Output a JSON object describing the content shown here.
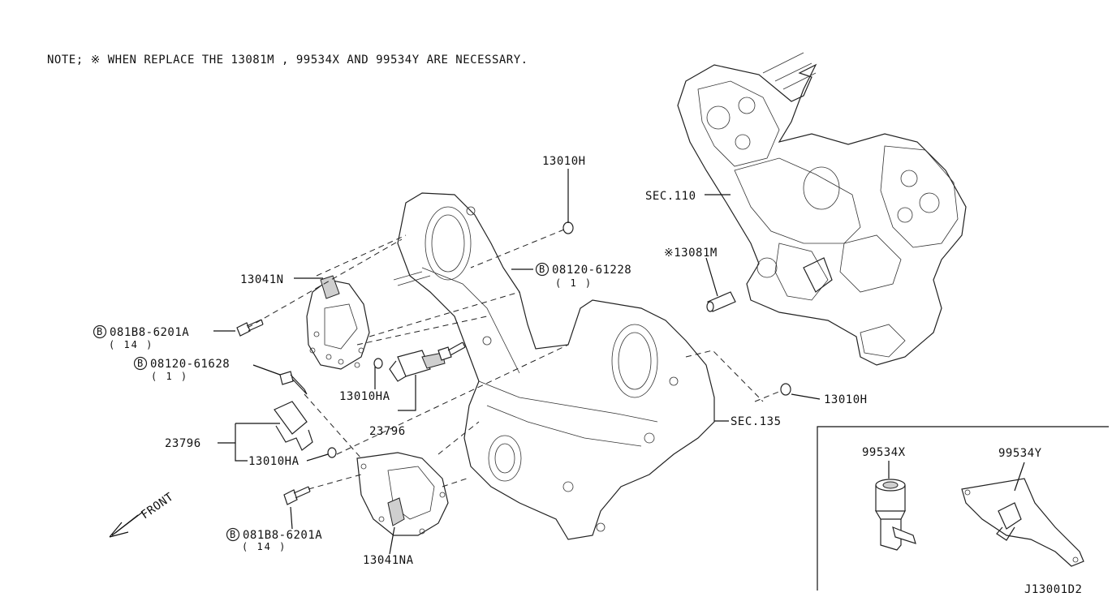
{
  "note": "NOTE; ※ WHEN REPLACE THE 13081M , 99534X AND 99534Y ARE NECESSARY.",
  "labels": {
    "l_13010H_top": "13010H",
    "l_sec110": "SEC.110",
    "l_13081M": "※13081M",
    "l_08120_61228": "08120-61228",
    "l_08120_61228_qty": "( 1 )",
    "l_13041N": "13041N",
    "l_081B8_top": "081B8-6201A",
    "l_081B8_top_qty": "( 14 )",
    "l_08120_61628": "08120-61628",
    "l_08120_61628_qty": "( 1 )",
    "l_13010HA_upper": "13010HA",
    "l_23796_center": "23796",
    "l_23796_left": "23796",
    "l_13010HA_lower": "13010HA",
    "l_13010H_right": "13010H",
    "l_sec135": "SEC.135",
    "l_081B8_bottom": "081B8-6201A",
    "l_081B8_bottom_qty": "( 14 )",
    "l_13041NA": "13041NA",
    "l_front": "FRONT",
    "l_99534X": "99534X",
    "l_99534Y": "99534Y",
    "diagram_id": "J13001D2"
  },
  "bolt_marker": "B"
}
